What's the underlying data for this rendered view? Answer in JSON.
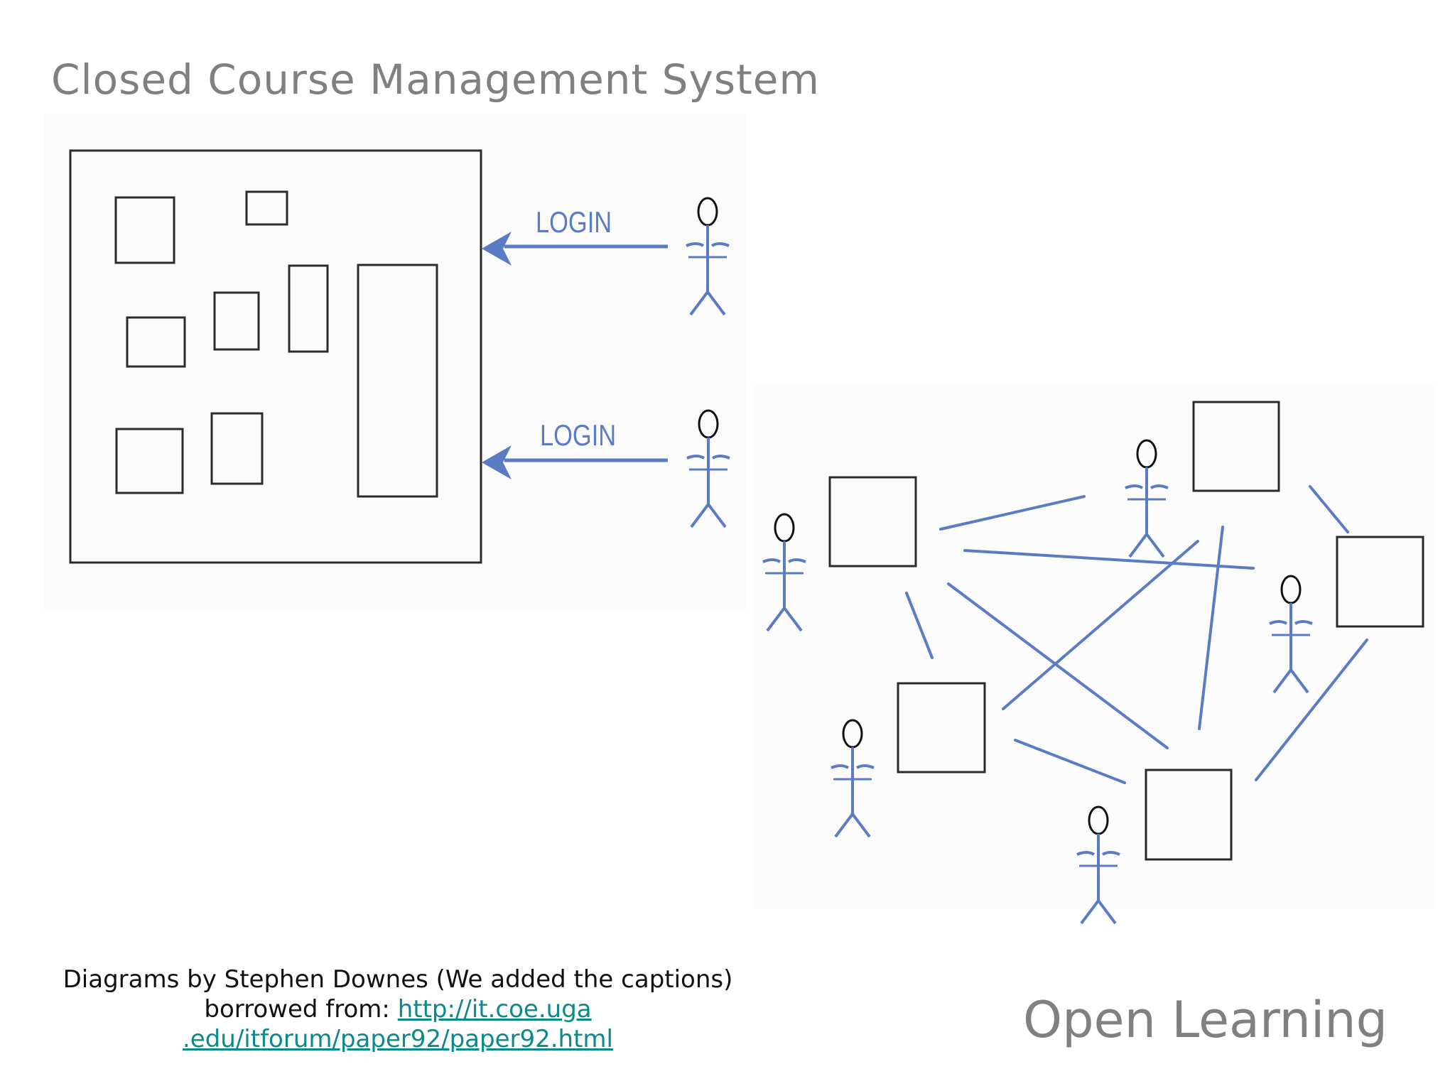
{
  "slide": {
    "title": "Closed Course Management System",
    "footer_title": "Open Learning"
  },
  "diagram": {
    "closed": {
      "login_labels": [
        "LOGIN",
        "LOGIN"
      ]
    }
  },
  "caption": {
    "line1": "Diagrams by Stephen  Downes (We added the captions)",
    "line2_prefix": "borrowed from: ",
    "link_part1": "http://it.coe.uga",
    "link_part2": ".edu/itforum/paper92/paper92.html"
  },
  "colors": {
    "title_gray": "#808080",
    "diagram_blue": "#5b7bc4",
    "box_stroke": "#2b2b2b",
    "link_teal": "#0b8a8a"
  },
  "icons": [
    "stick-figure-icon",
    "arrow-left-icon"
  ]
}
